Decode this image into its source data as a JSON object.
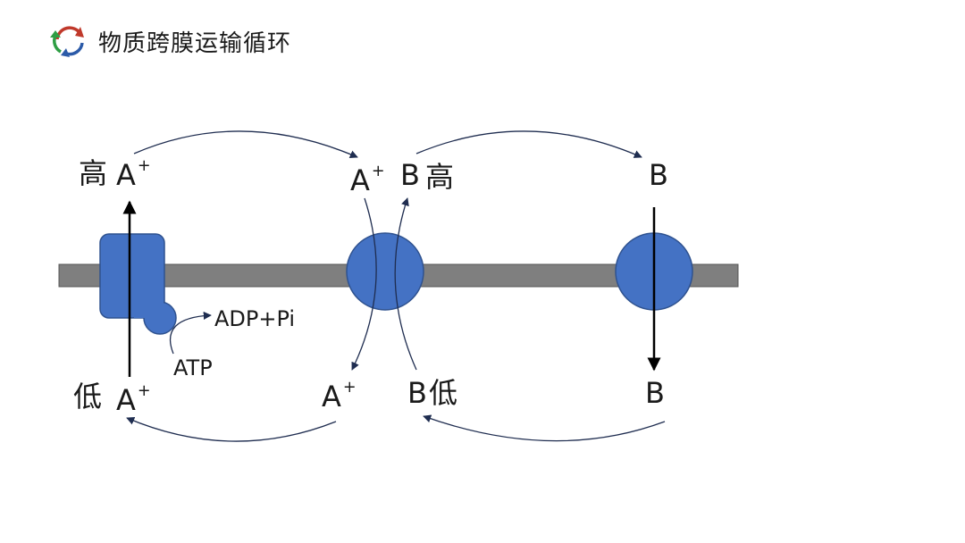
{
  "title": "物质跨膜运输循环",
  "icon": "recycle-arrows-icon",
  "colors": {
    "membrane": "#7f7f7f",
    "protein": "#4472c4",
    "protein_stroke": "#2f528f",
    "arrow": "#1f2d50",
    "icon_red": "#c0392b",
    "icon_green": "#2e9e44",
    "icon_blue": "#2b5aa8"
  },
  "labels": {
    "high": "高",
    "low": "低",
    "ion_a": "A",
    "ion_a_charge": "+",
    "b": "B",
    "adp_pi": "ADP+Pi",
    "atp": "ATP"
  }
}
